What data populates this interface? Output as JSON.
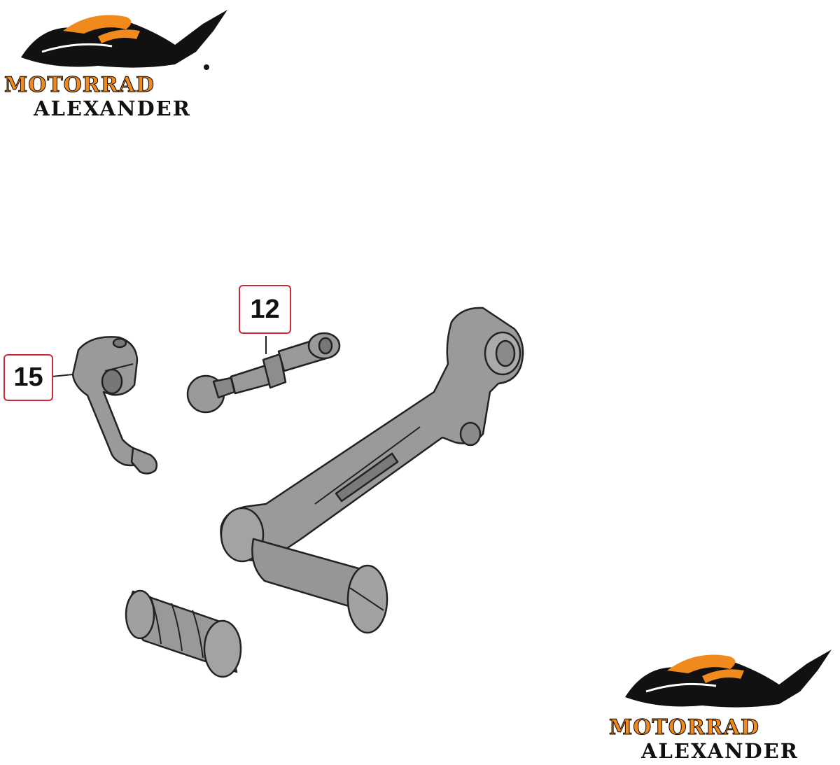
{
  "logos": [
    {
      "brand_line_1": "MOTORRAD",
      "brand_line_2": "ALEXANDER"
    },
    {
      "brand_line_1": "MOTORRAD",
      "brand_line_2": "ALEXANDER"
    }
  ],
  "callouts": [
    {
      "label": "12"
    },
    {
      "label": "15"
    }
  ],
  "colors": {
    "brand_orange": "#f08a1c",
    "callout_border": "#cc2a36",
    "part_fill": "#9a9a9a",
    "part_stroke": "#222222"
  }
}
